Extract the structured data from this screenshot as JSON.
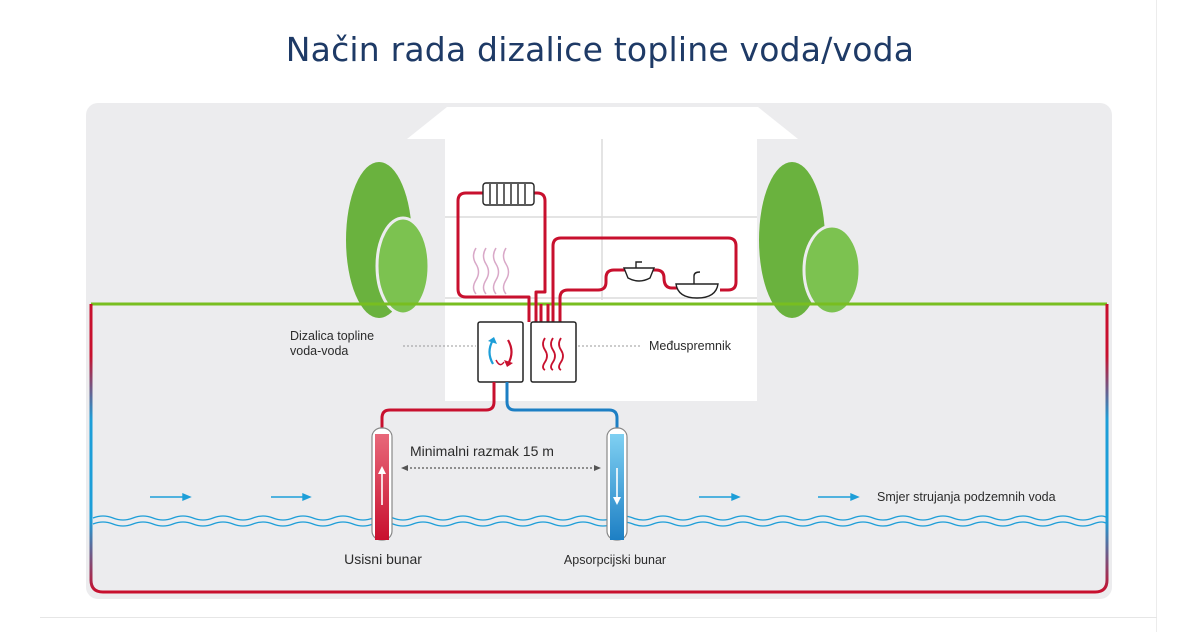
{
  "title": "Način rada dizalice topline voda/voda",
  "labels": {
    "heat_pump_line1": "Dizalica topline",
    "heat_pump_line2": "voda-voda",
    "buffer_tank": "Međuspremnik",
    "min_distance": "Minimalni razmak 15 m",
    "groundwater_flow": "Smjer strujanja podzemnih voda",
    "intake_well": "Usisni bunar",
    "absorption_well": "Apsorpcijski bunar"
  },
  "colors": {
    "hot": "#c8102e",
    "cold": "#1d9ed8",
    "ground_line": "#78be20",
    "background": "#ececee",
    "title": "#1e3a66"
  }
}
